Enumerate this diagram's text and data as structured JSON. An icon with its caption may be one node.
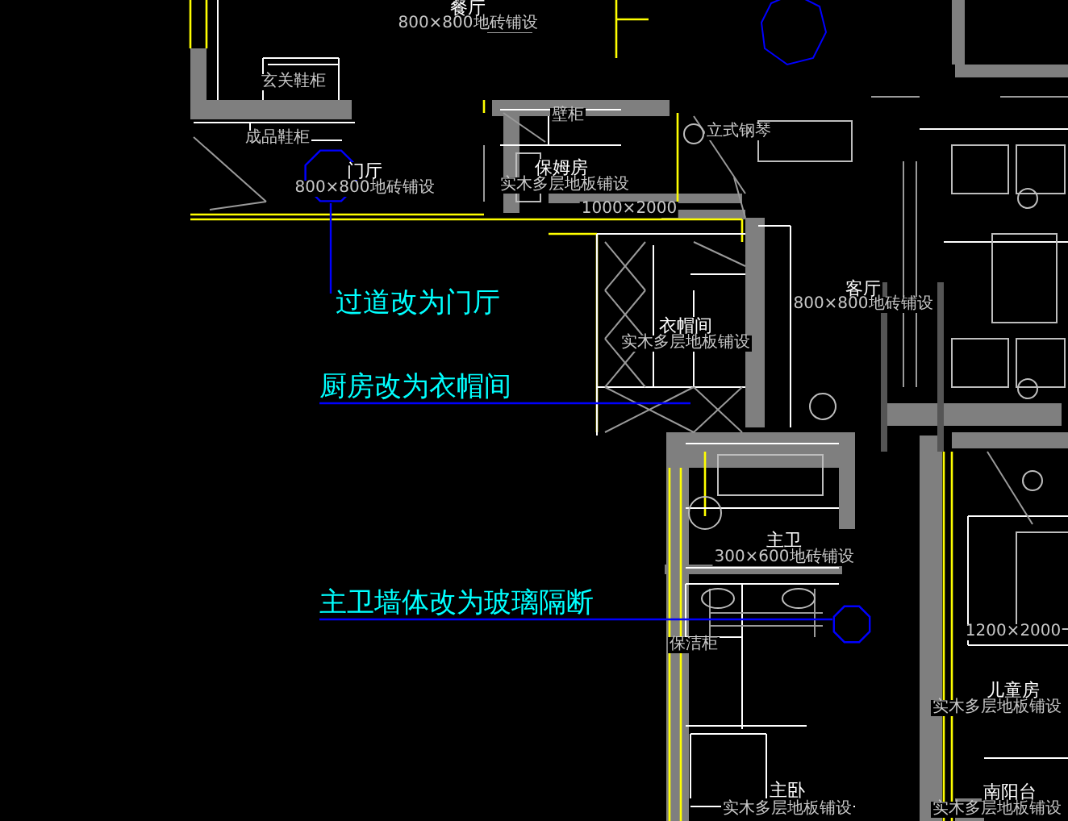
{
  "diagram": {
    "nodes": [
      {
        "text": [
          "过道改为门厅"
        ]
      },
      {
        "text": [
          "厨房改为衣帽间"
        ]
      },
      {
        "text": [
          "主卫墙体改为玻璃隔断"
        ]
      },
      {
        "text": [],
        "shape": "circle"
      },
      {
        "text": [],
        "shape": "circle"
      }
    ],
    "edges": [
      {
        "from": 0,
        "to": 3,
        "arrow": "none",
        "color": "#0000ff"
      },
      {
        "from": 1,
        "to": null,
        "arrow": "none",
        "color": "#0000ff"
      },
      {
        "from": 2,
        "to": 4,
        "arrow": "none",
        "color": "#0000ff"
      }
    ],
    "labels": [
      "餐厅",
      "800×800地砖铺设",
      "玄关鞋柜",
      "壁柜",
      "成品鞋柜",
      "立式钢琴",
      "门厅",
      "800×800地砖铺设",
      "保姆房",
      "实木多层地板铺设",
      "1000×2000",
      "客厅",
      "800×800地砖铺设",
      "衣帽间",
      "实木多层地板铺设",
      "主卫",
      "300×600地砖铺设",
      "保洁柜",
      "1200×2000",
      "儿童房",
      "实木多层地板铺设",
      "主卧",
      "实木多层地板铺设",
      "南阳台",
      "实木多层地板铺设"
    ]
  }
}
